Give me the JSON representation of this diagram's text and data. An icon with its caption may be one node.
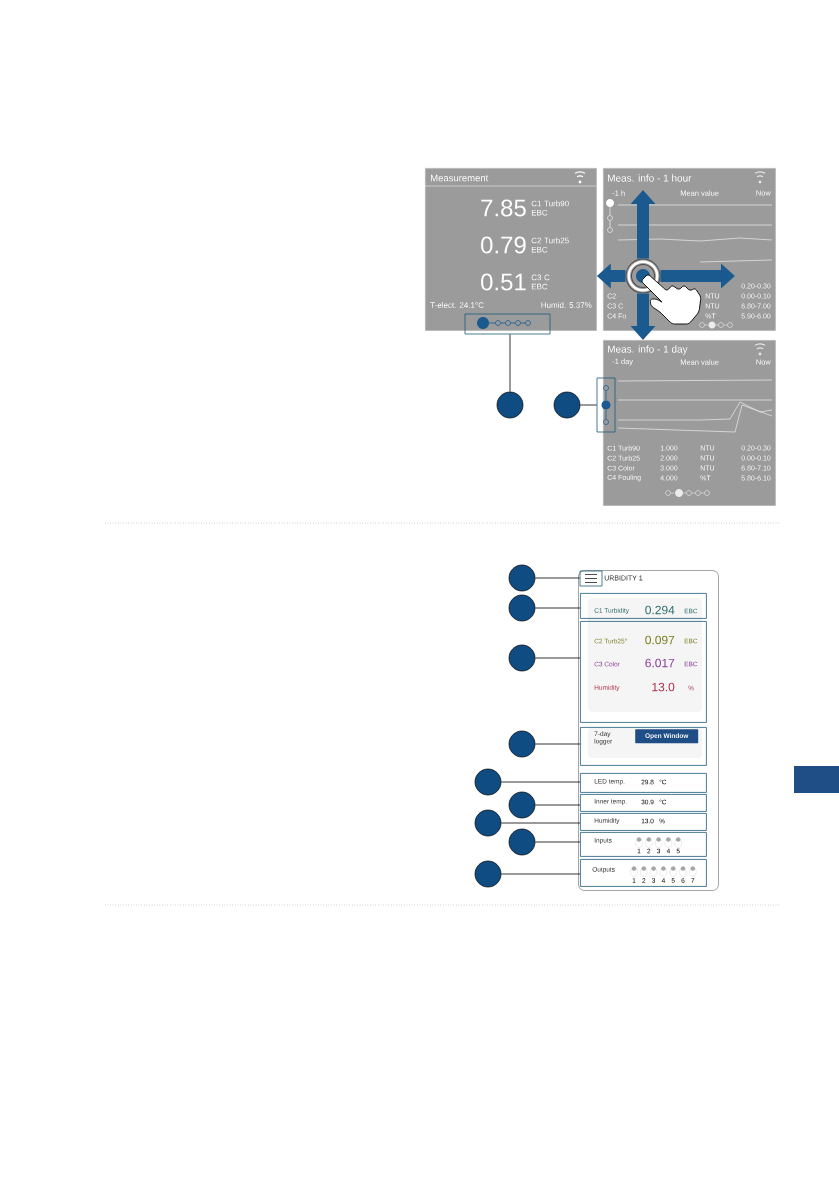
{
  "diagram": {
    "nodes": [
      {
        "text": [
          "Measurement",
          "7.85",
          "C1 Turb90 EBC",
          "0.79",
          "C2 Turb25 EBC",
          "0.51",
          "C3 C EBC",
          "T-elect. 24.1°C",
          "Humid. 5.37%"
        ]
      },
      {
        "text": [
          "Meas. info - 1 hour",
          "-1 h",
          "Mean value",
          "Now",
          "0.20-0.30",
          "C2",
          "NTU",
          "0.00-0.10",
          "C3 C",
          "NTU",
          "6.80-7.00",
          "C4 Fo",
          "%T",
          "5.90-6.00"
        ]
      },
      {
        "text": [],
        "shape": "box"
      },
      {
        "text": [],
        "shape": "circle"
      },
      {
        "text": [],
        "shape": "circle"
      },
      {
        "text": [],
        "shape": "box"
      },
      {
        "text": [
          "Meas. info - 1 day",
          "-1 day",
          "Mean value",
          "Now",
          "C1 Turb90",
          "1.000",
          "NTU",
          "0.20-0.30",
          "C2 Turb25",
          "2.000",
          "NTU",
          "0.00-0.10",
          "C3 Color",
          "3.000",
          "NTU",
          "6.80-7.10",
          "C4 Fouling",
          "4.000",
          "%T",
          "5.80-6.10"
        ]
      },
      {
        "text": [
          "URBIDITY 1"
        ]
      },
      {
        "text": [],
        "shape": "circle"
      },
      {
        "text": [],
        "shape": "box",
        "in": 7
      },
      {
        "text": [],
        "shape": "circle"
      },
      {
        "text": [
          "C1 Turbidity",
          "0.294",
          "EBC"
        ],
        "in": 7
      },
      {
        "text": [],
        "shape": "circle"
      },
      {
        "text": [
          "C2 Turb25°",
          "0.097",
          "EBC",
          "C3 Color",
          "6.017",
          "EBC",
          "Humidity",
          "13.0",
          "%"
        ],
        "in": 7
      },
      {
        "text": [],
        "shape": "circle"
      },
      {
        "text": [
          "7-day logger"
        ],
        "in": 7
      },
      {
        "text": [
          "Open Window"
        ],
        "in": 15
      },
      {
        "text": [],
        "shape": "circle"
      },
      {
        "text": [
          "LED temp.",
          "29.8",
          "°C"
        ],
        "in": 7
      },
      {
        "text": [],
        "shape": "circle"
      },
      {
        "text": [
          "Inner temp.",
          "30.9",
          "°C"
        ],
        "in": 7
      },
      {
        "text": [],
        "shape": "circle"
      },
      {
        "text": [
          "Humidity",
          "13.0",
          "%"
        ],
        "in": 7
      },
      {
        "text": [],
        "shape": "circle"
      },
      {
        "text": [
          "Inputs",
          "1",
          "2",
          "3",
          "4",
          "5"
        ],
        "in": 7
      },
      {
        "text": [],
        "shape": "circle"
      },
      {
        "text": [
          "Outputs",
          "1",
          "2",
          "3",
          "4",
          "5",
          "6",
          "7"
        ],
        "in": 7
      },
      {
        "text": [],
        "shape": "picture",
        "in": 1
      }
    ],
    "edges": [
      {
        "from": 3,
        "to": 2,
        "arrow": "none"
      },
      {
        "from": 4,
        "to": 5,
        "arrow": "none"
      },
      {
        "from": 8,
        "to": 9,
        "arrow": "none"
      },
      {
        "from": 10,
        "to": 11,
        "arrow": "none"
      },
      {
        "from": 12,
        "to": 13,
        "arrow": "none"
      },
      {
        "from": 14,
        "to": 15,
        "arrow": "none"
      },
      {
        "from": 17,
        "to": 18,
        "arrow": "none"
      },
      {
        "from": 19,
        "to": 20,
        "arrow": "none"
      },
      {
        "from": 21,
        "to": 22,
        "arrow": "none"
      },
      {
        "from": 23,
        "to": 24,
        "arrow": "none"
      },
      {
        "from": 25,
        "to": 26,
        "arrow": "none"
      },
      {
        "from": 27,
        "to": 0,
        "arrow": "to",
        "style": "thick",
        "color": "#1b5a8f"
      },
      {
        "from": 27,
        "to": 6,
        "arrow": "to",
        "style": "thick",
        "color": "#1b5a8f"
      },
      {
        "from": 27,
        "to": null,
        "arrow": "to",
        "style": "thick",
        "color": "#1b5a8f"
      },
      {
        "from": 27,
        "to": null,
        "arrow": "to",
        "style": "thick",
        "color": "#1b5a8f"
      }
    ]
  }
}
